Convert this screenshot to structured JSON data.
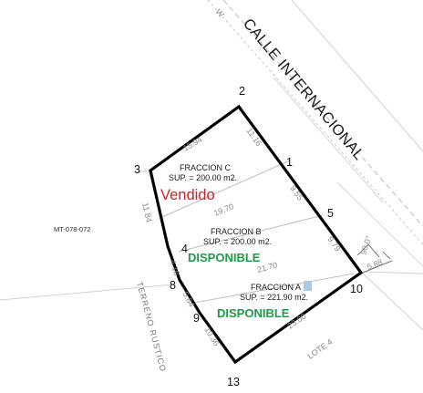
{
  "street_name": "CALLE INTERNACIONAL",
  "street_fragment": "W",
  "cadastral_id": "MT-078-072",
  "neighbor_left": "TERRENO RUSTICO",
  "neighbor_bottom": "LOTE 4",
  "vertices": {
    "v1": "1",
    "v2": "2",
    "v3": "3",
    "v4": "4",
    "v5": "5",
    "v8": "8",
    "v9": "9",
    "v10": "10",
    "v13": "13"
  },
  "dimensions": {
    "d_3_2": "15.94",
    "d_2_1": "11.16",
    "d_1_5": "9.55",
    "d_5_10": "9.79",
    "d_3_4": "11.84",
    "d_c_b": "19.70",
    "d_b_a": "21.70",
    "d_4_8": "4.16",
    "d_8_9": "5.64",
    "d_9_13": "10.36",
    "d_13_10": "23.00",
    "d_road": "5.88",
    "angle": "90.0°"
  },
  "fractions": {
    "c": {
      "name": "FRACCION C",
      "area": "SUP. = 200.00 m2.",
      "status": "Vendido",
      "status_color": "#c0282d"
    },
    "b": {
      "name": "FRACCION B",
      "area": "SUP. = 200.00 m2.",
      "status": "DISPONIBLE",
      "status_color": "#1e9a4a"
    },
    "a": {
      "name": "FRACCION A",
      "area": "SUP. = 221.90 m2.",
      "status": "DISPONIBLE",
      "status_color": "#1e9a4a",
      "highlight": "A"
    }
  }
}
